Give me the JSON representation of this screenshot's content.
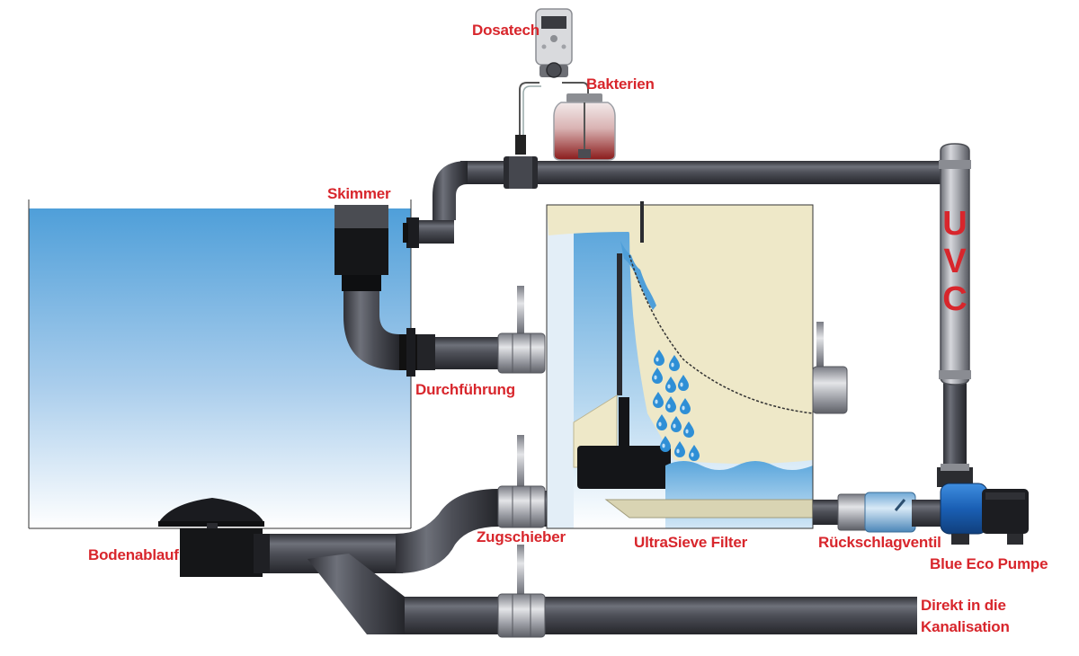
{
  "labels": {
    "dosatech": "Dosatech",
    "bakterien": "Bakterien",
    "skimmer": "Skimmer",
    "durchfuehrung": "Durchführung",
    "zugschieber": "Zugschieber",
    "bodenablauf": "Bodenablauf",
    "ultrasieve": "UltraSieve Filter",
    "rueckschlag": "Rückschlagventil",
    "pumpe": "Blue Eco Pumpe",
    "kanal_line1": "Direkt in die",
    "kanal_line2": "Kanalisation"
  },
  "uvc": {
    "letters": [
      "U",
      "V",
      "C"
    ]
  },
  "colors": {
    "label": "#d8262c",
    "pipe": "#4a4c55",
    "water": "#5aa6dc",
    "filter_body": "#eee8c8",
    "pump": "#1e6fc8"
  }
}
